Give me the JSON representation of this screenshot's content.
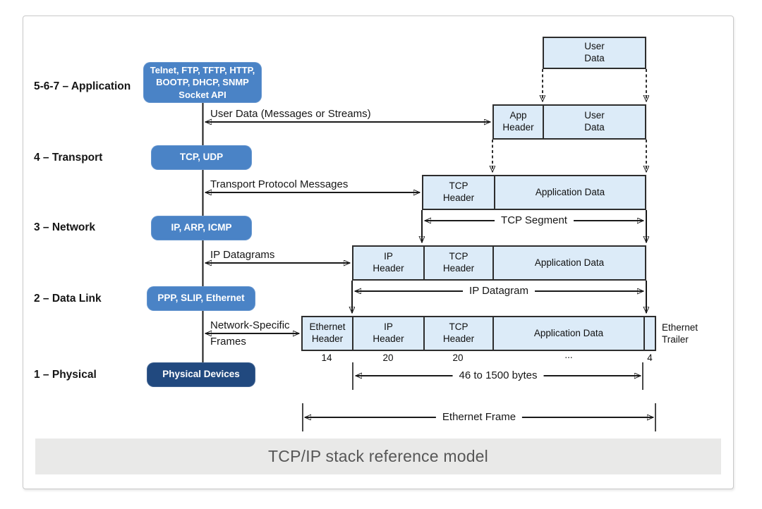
{
  "title": "TCP/IP stack reference model",
  "colors": {
    "protocol_box": "#4a83c6",
    "physical_box": "#21497f",
    "data_box_fill": "#dcebf8",
    "data_box_border": "#2d2d2d",
    "caption_band": "#e9e9e8",
    "line": "#1a1a1a"
  },
  "layers": [
    {
      "label": "5-6-7 – Application",
      "protocols": "Telnet, FTP, TFTP, HTTP,\nBOOTP, DHCP, SNMP\nSocket API"
    },
    {
      "label": "4 – Transport",
      "protocols": "TCP, UDP"
    },
    {
      "label": "3 – Network",
      "protocols": "IP, ARP, ICMP"
    },
    {
      "label": "2 – Data Link",
      "protocols": "PPP, SLIP, Ethernet"
    },
    {
      "label": "1 – Physical",
      "protocols": "Physical Devices"
    }
  ],
  "flow_arrows": [
    {
      "label": "User Data (Messages or Streams)"
    },
    {
      "label": "Transport Protocol Messages"
    },
    {
      "label": "IP Datagrams"
    },
    {
      "label": "Network-Specific\nFrames"
    }
  ],
  "encapsulation": {
    "row_user_data": {
      "cells": [
        "User\nData"
      ]
    },
    "row_app": {
      "cells": [
        "App\nHeader",
        "User\nData"
      ]
    },
    "row_tcp": {
      "cells": [
        "TCP\nHeader",
        "Application Data"
      ],
      "span": "TCP Segment"
    },
    "row_ip": {
      "cells": [
        "IP\nHeader",
        "TCP\nHeader",
        "Application Data"
      ],
      "span": "IP Datagram"
    },
    "row_ethernet": {
      "cells": [
        "Ethernet\nHeader",
        "IP\nHeader",
        "TCP\nHeader",
        "Application Data"
      ],
      "trailer": "Ethernet\nTrailer",
      "sizes": [
        "14",
        "20",
        "20",
        "...",
        "4"
      ],
      "payload_span": "46 to 1500 bytes",
      "frame_span": "Ethernet Frame"
    }
  },
  "caption": "TCP/IP stack reference model"
}
